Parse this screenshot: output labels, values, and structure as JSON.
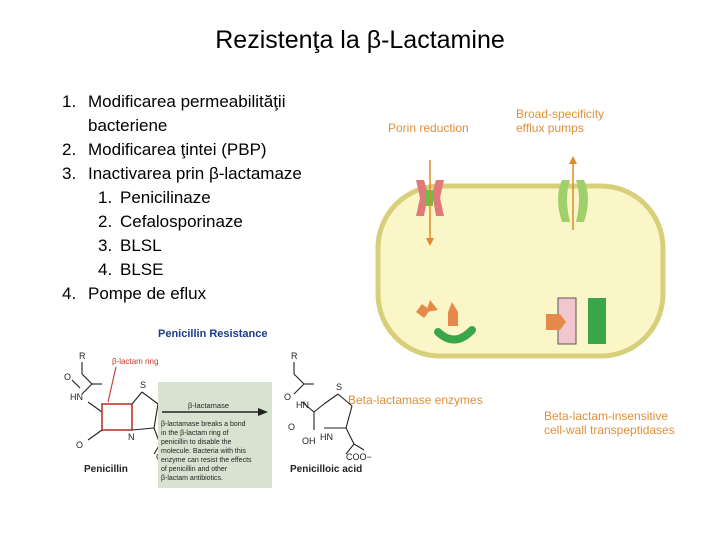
{
  "title": "Rezistenţa la β-Lactamine",
  "list": [
    {
      "num": "1.",
      "line1": "Modificarea permeabilităţii",
      "line2": "bacteriene"
    },
    {
      "num": "2.",
      "text": "Modificarea ţintei  (PBP)"
    },
    {
      "num": "3.",
      "text": "Inactivarea prin  β-lactamaze"
    },
    {
      "num": "1.",
      "text": "Penicilinaze"
    },
    {
      "num": "2.",
      "text": "Cefalosporinaze"
    },
    {
      "num": "3.",
      "text": "BLSL"
    },
    {
      "num": "4.",
      "text": "BLSE"
    },
    {
      "num": "4.",
      "text": "Pompe de eflux"
    }
  ],
  "cell": {
    "porin_label": "Porin reduction",
    "efflux_label1": "Broad-specificity",
    "efflux_label2": "efflux pumps",
    "betalactamase_label": "Beta-lactamase enzymes",
    "transpeptidase_label1": "Beta-lactam-insensitive",
    "transpeptidase_label2": "cell-wall transpeptidases"
  },
  "penicillin": {
    "title": "Penicillin Resistance",
    "ring_label": "β-lactam ring",
    "left_name": "Penicillin",
    "right_name": "Penicilloic acid",
    "enzyme_label": "β-lactamase",
    "description": [
      "β-lactamase breaks a bond",
      "in the β-lactam ring of",
      "penicillin to disable the",
      "molecule. Bacteria with this",
      "enzyme can resist the effects",
      "of penicillin and other",
      "β-lactam antibiotics."
    ],
    "atoms": {
      "R": "R",
      "HN": "HN",
      "O": "O",
      "S": "S",
      "N": "N",
      "COO": "COO−",
      "OH": "OH",
      "HN2": "HN"
    }
  },
  "colors": {
    "cell_fill": "#fbf6c8",
    "cell_stroke": "#d8cf7a",
    "label_orange": "#e0903a",
    "porin": "#e07a7a",
    "efflux": "#9fd06a",
    "enzyme_green": "#3aa64a",
    "ring_red": "#c0392b"
  }
}
